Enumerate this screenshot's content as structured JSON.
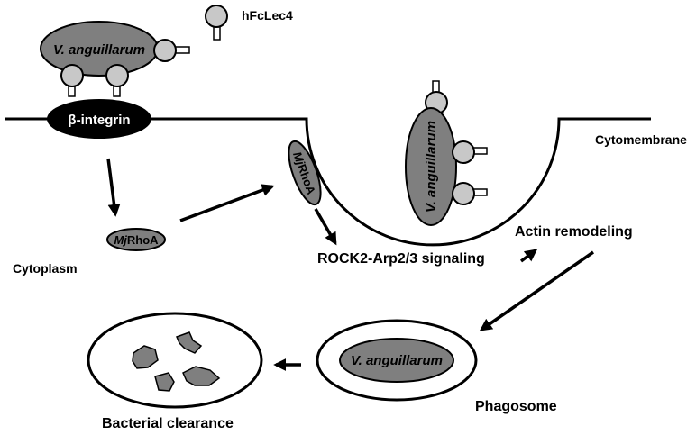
{
  "labels": {
    "bacterium_top": "V. anguillarum",
    "ligand_legend": "hFcLec4",
    "receptor": "β-integrin",
    "cytomembrane": "Cytomembrane",
    "rhoa_cytoplasm_italic": "Mj",
    "rhoa_cytoplasm_rest": "RhoA",
    "rhoa_membrane_italic": "Mj",
    "rhoa_membrane_rest": "RhoA",
    "cytoplasm": "Cytoplasm",
    "bacterium_cup": "V. anguillarum",
    "signaling": "ROCK2-Arp2/3 signaling",
    "actin": "Actin remodeling",
    "bacterium_phagosome": "V. anguillarum",
    "phagosome": "Phagosome",
    "clearance": "Bacterial clearance"
  },
  "colors": {
    "bacterium_fill": "#7f7f7f",
    "ligand_fill": "#c8c8c8",
    "receptor_fill": "#000000",
    "receptor_text": "#ffffff",
    "line": "#000000"
  }
}
